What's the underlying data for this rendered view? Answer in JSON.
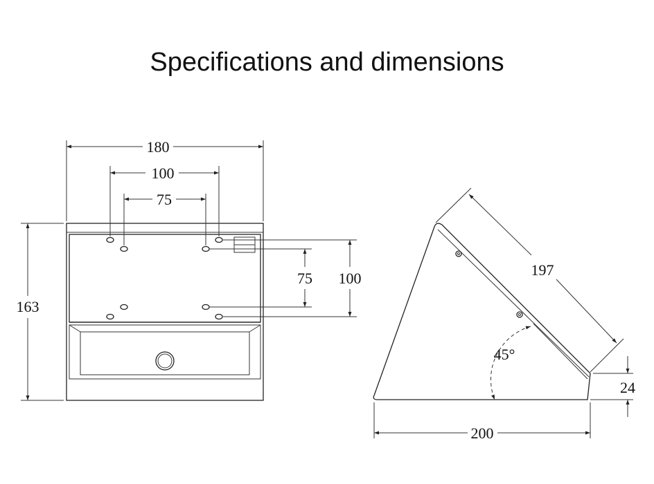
{
  "title": "Specifications and dimensions",
  "front_view": {
    "width": "180",
    "hole_spacing_outer": "100",
    "hole_spacing_inner": "75",
    "height": "163",
    "vertical_spacing_inner": "75",
    "vertical_spacing_outer": "100"
  },
  "side_view": {
    "slant_length": "197",
    "angle": "45°",
    "lip_height": "24",
    "base_length": "200"
  }
}
